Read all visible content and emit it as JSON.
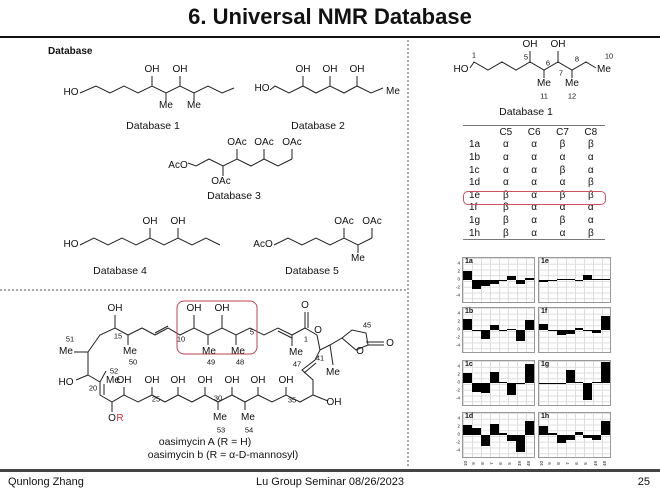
{
  "slide": {
    "title": "6. Universal NMR Database",
    "section_label": "Database"
  },
  "footer": {
    "author": "Qunlong Zhang",
    "event": "Lu Group Seminar 08/26/2023",
    "page": "25"
  },
  "databases": [
    {
      "name": "Database 1",
      "labels": [
        "HO",
        "OH",
        "OH",
        "Me",
        "Me"
      ]
    },
    {
      "name": "Database 2",
      "labels": [
        "HO",
        "OH",
        "OH",
        "OH",
        "Me"
      ]
    },
    {
      "name": "Database 3",
      "labels": [
        "AcO",
        "OAc",
        "OAc",
        "OAc",
        "OAc"
      ]
    },
    {
      "name": "Database 4",
      "labels": [
        "HO",
        "OH",
        "OH"
      ]
    },
    {
      "name": "Database 5",
      "labels": [
        "AcO",
        "OAc",
        "OAc",
        "Me"
      ]
    }
  ],
  "numbered_db": {
    "name": "Database 1",
    "labels": [
      "HO",
      "1",
      "5",
      "6",
      "7",
      "8",
      "10",
      "OH",
      "OH",
      "Me",
      "11",
      "Me",
      "12",
      "Me"
    ]
  },
  "table": {
    "headers": [
      "",
      "C5",
      "C6",
      "C7",
      "C8"
    ],
    "rows": [
      [
        "1a",
        "α",
        "α",
        "β",
        "β"
      ],
      [
        "1b",
        "α",
        "α",
        "α",
        "α"
      ],
      [
        "1c",
        "α",
        "α",
        "β",
        "α"
      ],
      [
        "1d",
        "α",
        "α",
        "α",
        "β"
      ],
      [
        "1e",
        "β",
        "α",
        "β",
        "β"
      ],
      [
        "1f",
        "β",
        "α",
        "α",
        "α"
      ],
      [
        "1g",
        "β",
        "α",
        "β",
        "α"
      ],
      [
        "1h",
        "β",
        "α",
        "α",
        "β"
      ]
    ],
    "highlight": "1e"
  },
  "natural_product": {
    "labels": [
      "OH",
      "15",
      "Me",
      "50",
      "10",
      "OH",
      "OH",
      "Me",
      "49",
      "Me",
      "48",
      "5",
      "O",
      "1",
      "O",
      "Me",
      "47",
      "41",
      "45",
      "O",
      "O",
      "Me",
      "51",
      "Me",
      "52",
      "Me",
      "HO",
      "20",
      "OH",
      "OH",
      "OH",
      "OH",
      "OH",
      "OH",
      "OH",
      "25",
      "30",
      "35",
      "OH",
      "O",
      "R",
      "Me",
      "53",
      "Me",
      "54"
    ],
    "captions": [
      "oasimycin A (R = H)",
      "oasimycin b (R = α-D-mannosyl)"
    ]
  },
  "chart_data": {
    "type": "bar",
    "title": "",
    "xlabel": "",
    "ylabel": "",
    "categories": [
      "10",
      "9",
      "8",
      "7",
      "6",
      "5",
      "49",
      "48"
    ],
    "yticks": [
      4,
      2,
      0,
      -2,
      -4
    ],
    "ylim": [
      -6,
      5.5
    ],
    "series": [
      {
        "name": "1a",
        "values": [
          2.2,
          -2.2,
          -1.5,
          -0.9,
          0,
          1.1,
          -0.9,
          0.5
        ]
      },
      {
        "name": "1e",
        "values": [
          -0.5,
          0,
          0.2,
          0.3,
          0,
          1.2,
          0.2,
          0.2
        ]
      },
      {
        "name": "1b",
        "values": [
          2.8,
          0,
          -2.2,
          1.3,
          0,
          0.2,
          -2.8,
          2.4
        ]
      },
      {
        "name": "1f",
        "values": [
          1.4,
          0,
          -1.2,
          -1.0,
          0.6,
          -0.3,
          -0.7,
          3.5
        ]
      },
      {
        "name": "1c",
        "values": [
          2.4,
          -2.2,
          -2.6,
          2.8,
          0.3,
          -3.0,
          -0.3,
          4.8
        ]
      },
      {
        "name": "1g",
        "values": [
          -0.1,
          0,
          0,
          3.3,
          0.2,
          -4.3,
          0.3,
          5.2
        ]
      },
      {
        "name": "1d",
        "values": [
          2.6,
          1.7,
          -2.8,
          2.8,
          0.6,
          -1.4,
          -4.2,
          3.6
        ]
      },
      {
        "name": "1h",
        "values": [
          2.2,
          0.5,
          -2.0,
          -1.2,
          0.7,
          -0.7,
          -1.2,
          3.4
        ]
      }
    ]
  }
}
